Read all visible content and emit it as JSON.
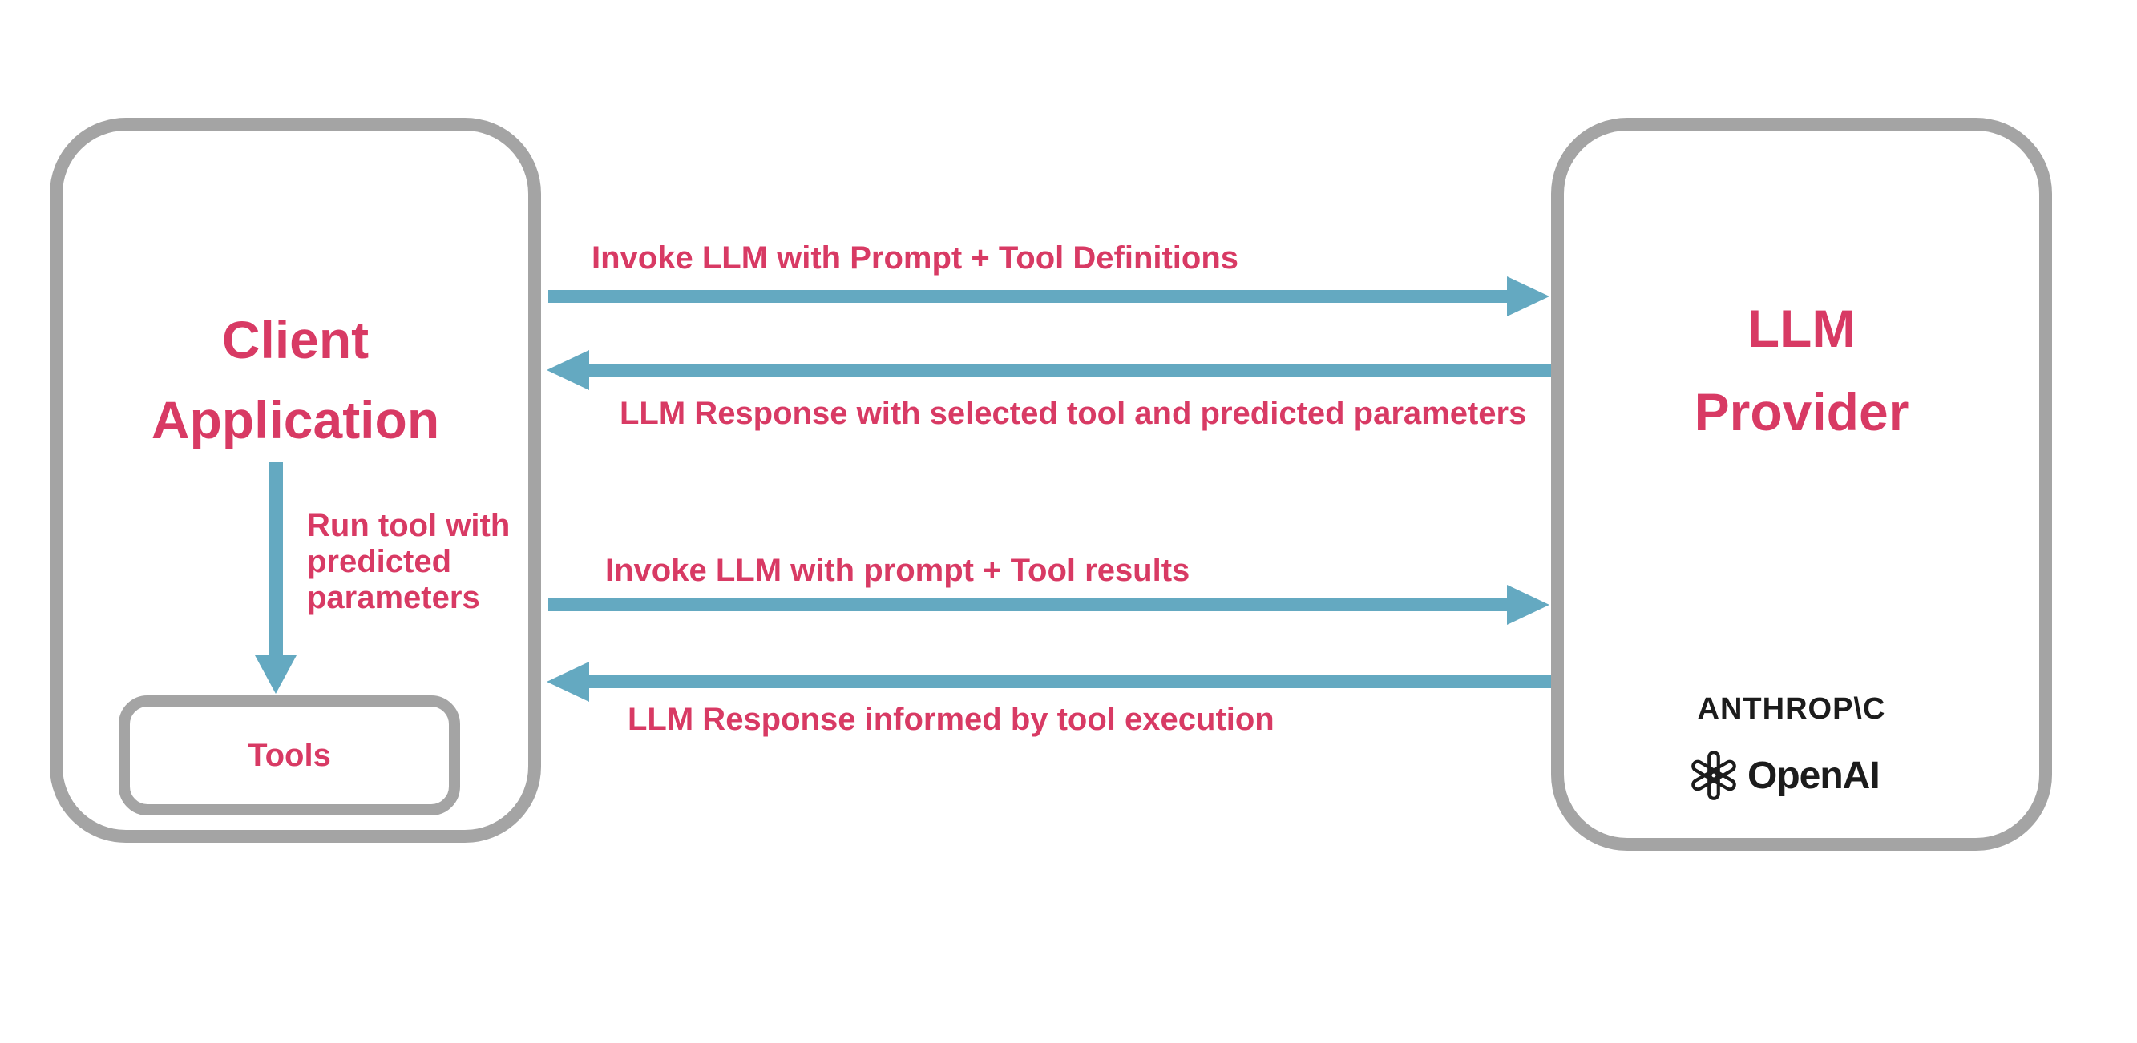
{
  "diagram": {
    "client_box": {
      "title": "Client\nApplication"
    },
    "tools_box": {
      "label": "Tools"
    },
    "llm_box": {
      "title": "LLM\nProvider"
    },
    "run_tool_label": "Run tool with\npredicted\nparameters",
    "arrows": [
      {
        "label": "Invoke LLM with Prompt + Tool Definitions",
        "direction": "right",
        "from": "client",
        "to": "llm"
      },
      {
        "label": "LLM Response with selected tool and predicted parameters",
        "direction": "left",
        "from": "llm",
        "to": "client"
      },
      {
        "label": "Invoke LLM with prompt + Tool results",
        "direction": "right",
        "from": "client",
        "to": "llm"
      },
      {
        "label": "LLM Response informed by tool execution",
        "direction": "left",
        "from": "llm",
        "to": "client"
      }
    ],
    "providers": {
      "anthropic_wordmark": "ANTHROP\\C",
      "openai_wordmark": "OpenAI"
    },
    "colors": {
      "accent_pink": "#D83A64",
      "arrow_blue": "#64A9C1",
      "border_gray": "#A4A4A4",
      "logo_black": "#1C1C1C"
    }
  }
}
